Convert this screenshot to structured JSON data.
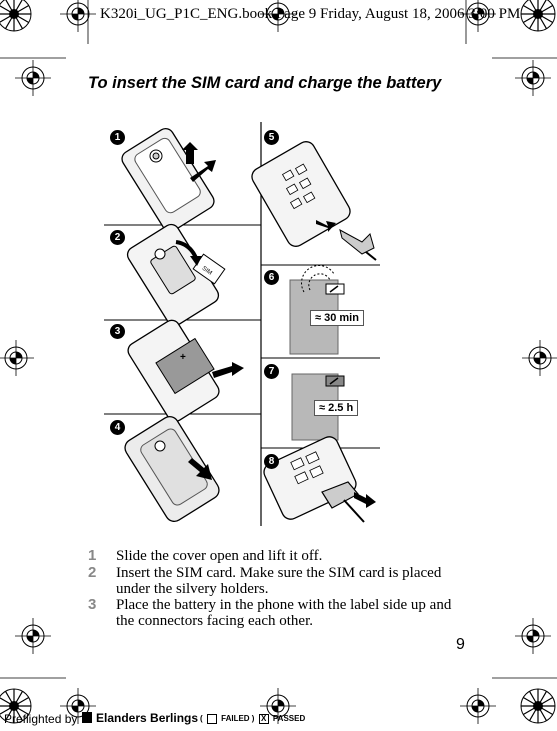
{
  "header": {
    "slug": "K320i_UG_P1C_ENG.book  Page 9  Friday, August 18, 2006  3:00 PM"
  },
  "title": "To insert the SIM card and charge the battery",
  "figure": {
    "callouts": [
      "1",
      "2",
      "3",
      "4",
      "5",
      "6",
      "7",
      "8"
    ],
    "times": [
      "≈ 30 min",
      "≈ 2.5 h"
    ]
  },
  "steps": [
    {
      "num": "1",
      "text": "Slide the cover open and lift it off."
    },
    {
      "num": "2",
      "text": "Insert the SIM card. Make sure the SIM card is placed under the silvery holders."
    },
    {
      "num": "3",
      "text": "Place the battery in the phone with the label side up and the connectors facing each other."
    }
  ],
  "page_number": "9",
  "footer": {
    "preflighted": "Preflighted by",
    "brand": "Elanders Berlings",
    "failed": "FAILED",
    "passed": "PASSED",
    "check": "X"
  }
}
